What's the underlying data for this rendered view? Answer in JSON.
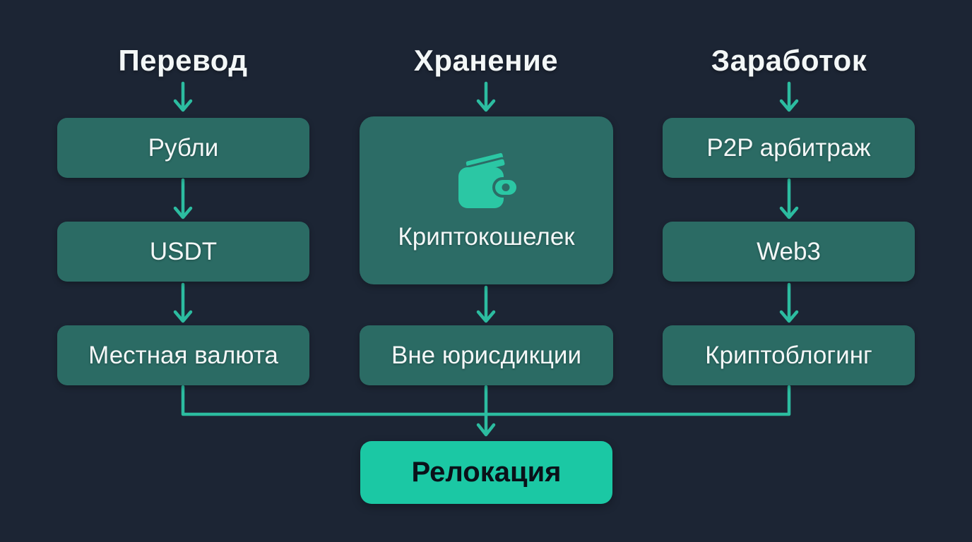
{
  "diagram": {
    "columns": [
      {
        "header": "Перевод",
        "boxes": [
          {
            "label": "Рубли"
          },
          {
            "label": "USDT"
          },
          {
            "label": "Местная валюта"
          }
        ]
      },
      {
        "header": "Хранение",
        "boxes": [
          {
            "label": "Криптокошелек",
            "icon": "wallet-icon"
          },
          {
            "label": "Вне юрисдикции"
          }
        ]
      },
      {
        "header": "Заработок",
        "boxes": [
          {
            "label": "P2P арбитраж"
          },
          {
            "label": "Web3"
          },
          {
            "label": "Криптоблогинг"
          }
        ]
      }
    ],
    "final_label": "Релокация"
  },
  "colors": {
    "background": "#1C2534",
    "box_fill": "#2B6B64",
    "box_text": "#F3F7F7",
    "arrow": "#2CBCA0",
    "final_box_fill": "#1BC8A4",
    "final_box_text": "#0A1119",
    "wallet_icon": "#2BC7A4"
  }
}
